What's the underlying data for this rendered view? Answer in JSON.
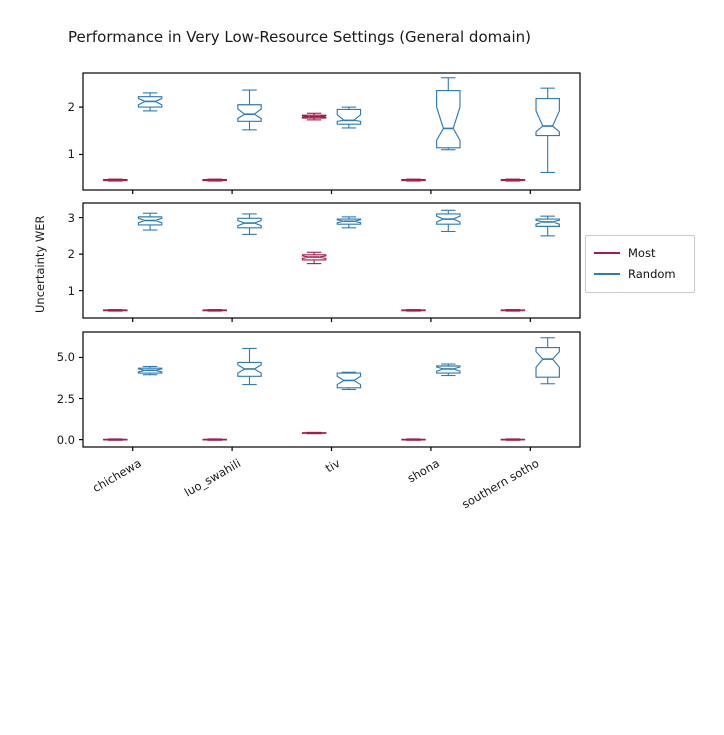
{
  "chart_data": {
    "type": "box",
    "title": "Performance in Very Low-Resource Settings (General domain)",
    "xlabel": "",
    "ylabel": "Uncertainty WER",
    "categories": [
      "chichewa",
      "luo_swahili",
      "tiv",
      "shona",
      "southern sotho"
    ],
    "legend": {
      "position": "right",
      "entries": [
        {
          "name": "Most",
          "color": "#A51C48"
        },
        {
          "name": "Random",
          "color": "#2B7BB9"
        }
      ]
    },
    "grid": false,
    "panels": [
      {
        "index": 0,
        "yticks": [
          1,
          2
        ],
        "ytick_labels": [
          "1",
          "2"
        ],
        "ylim": [
          0.25,
          2.72
        ],
        "series": [
          {
            "name": "Most",
            "color": "#A51C48",
            "boxes": [
              {
                "category": "chichewa",
                "whisker_low": 0.44,
                "q1": 0.45,
                "median": 0.46,
                "q3": 0.47,
                "whisker_high": 0.48,
                "notch_low": 0.455,
                "notch_high": 0.465
              },
              {
                "category": "luo_swahili",
                "whisker_low": 0.44,
                "q1": 0.45,
                "median": 0.46,
                "q3": 0.47,
                "whisker_high": 0.48,
                "notch_low": 0.455,
                "notch_high": 0.465
              },
              {
                "category": "tiv",
                "whisker_low": 1.73,
                "q1": 1.77,
                "median": 1.8,
                "q3": 1.83,
                "whisker_high": 1.87,
                "notch_low": 1.785,
                "notch_high": 1.815
              },
              {
                "category": "shona",
                "whisker_low": 0.44,
                "q1": 0.45,
                "median": 0.46,
                "q3": 0.47,
                "whisker_high": 0.48,
                "notch_low": 0.455,
                "notch_high": 0.465
              },
              {
                "category": "southern sotho",
                "whisker_low": 0.44,
                "q1": 0.45,
                "median": 0.46,
                "q3": 0.47,
                "whisker_high": 0.48,
                "notch_low": 0.455,
                "notch_high": 0.465
              }
            ]
          },
          {
            "name": "Random",
            "color": "#2B7BB9",
            "boxes": [
              {
                "category": "chichewa",
                "whisker_low": 1.92,
                "q1": 2.0,
                "median": 2.12,
                "q3": 2.22,
                "whisker_high": 2.3,
                "notch_low": 2.05,
                "notch_high": 2.18
              },
              {
                "category": "luo_swahili",
                "whisker_low": 1.52,
                "q1": 1.7,
                "median": 1.85,
                "q3": 2.05,
                "whisker_high": 2.36,
                "notch_low": 1.76,
                "notch_high": 1.96
              },
              {
                "category": "tiv",
                "whisker_low": 1.56,
                "q1": 1.64,
                "median": 1.72,
                "q3": 1.95,
                "whisker_high": 2.0,
                "notch_low": 1.7,
                "notch_high": 1.84
              },
              {
                "category": "shona",
                "whisker_low": 1.1,
                "q1": 1.14,
                "median": 1.55,
                "q3": 2.35,
                "whisker_high": 2.62,
                "notch_low": 1.3,
                "notch_high": 2.0
              },
              {
                "category": "southern sotho",
                "whisker_low": 0.62,
                "q1": 1.4,
                "median": 1.6,
                "q3": 2.18,
                "whisker_high": 2.4,
                "notch_low": 1.48,
                "notch_high": 1.92
              }
            ]
          }
        ]
      },
      {
        "index": 1,
        "yticks": [
          1,
          2,
          3
        ],
        "ytick_labels": [
          "1",
          "2",
          "3"
        ],
        "ylim": [
          0.25,
          3.4
        ],
        "series": [
          {
            "name": "Most",
            "color": "#A51C48",
            "boxes": [
              {
                "category": "chichewa",
                "whisker_low": 0.44,
                "q1": 0.45,
                "median": 0.46,
                "q3": 0.47,
                "whisker_high": 0.48,
                "notch_low": 0.455,
                "notch_high": 0.465
              },
              {
                "category": "luo_swahili",
                "whisker_low": 0.44,
                "q1": 0.45,
                "median": 0.46,
                "q3": 0.47,
                "whisker_high": 0.48,
                "notch_low": 0.455,
                "notch_high": 0.465
              },
              {
                "category": "tiv",
                "whisker_low": 1.74,
                "q1": 1.84,
                "median": 1.92,
                "q3": 1.98,
                "whisker_high": 2.05,
                "notch_low": 1.88,
                "notch_high": 1.95
              },
              {
                "category": "shona",
                "whisker_low": 0.44,
                "q1": 0.45,
                "median": 0.46,
                "q3": 0.47,
                "whisker_high": 0.48,
                "notch_low": 0.455,
                "notch_high": 0.465
              },
              {
                "category": "southern sotho",
                "whisker_low": 0.44,
                "q1": 0.45,
                "median": 0.46,
                "q3": 0.47,
                "whisker_high": 0.48,
                "notch_low": 0.455,
                "notch_high": 0.465
              }
            ]
          },
          {
            "name": "Random",
            "color": "#2B7BB9",
            "boxes": [
              {
                "category": "chichewa",
                "whisker_low": 2.66,
                "q1": 2.8,
                "median": 2.92,
                "q3": 3.02,
                "whisker_high": 3.12,
                "notch_low": 2.86,
                "notch_high": 2.98
              },
              {
                "category": "luo_swahili",
                "whisker_low": 2.54,
                "q1": 2.72,
                "median": 2.85,
                "q3": 2.98,
                "whisker_high": 3.1,
                "notch_low": 2.78,
                "notch_high": 2.92
              },
              {
                "category": "tiv",
                "whisker_low": 2.72,
                "q1": 2.82,
                "median": 2.9,
                "q3": 2.96,
                "whisker_high": 3.02,
                "notch_low": 2.86,
                "notch_high": 2.94
              },
              {
                "category": "shona",
                "whisker_low": 2.62,
                "q1": 2.82,
                "median": 2.96,
                "q3": 3.1,
                "whisker_high": 3.2,
                "notch_low": 2.88,
                "notch_high": 3.04
              },
              {
                "category": "southern sotho",
                "whisker_low": 2.5,
                "q1": 2.76,
                "median": 2.88,
                "q3": 2.96,
                "whisker_high": 3.04,
                "notch_low": 2.82,
                "notch_high": 2.93
              }
            ]
          }
        ]
      },
      {
        "index": 2,
        "yticks": [
          0.0,
          2.5,
          5.0
        ],
        "ytick_labels": [
          "0.0",
          "2.5",
          "5.0"
        ],
        "ylim": [
          -0.45,
          6.55
        ],
        "series": [
          {
            "name": "Most",
            "color": "#A51C48",
            "boxes": [
              {
                "category": "chichewa",
                "whisker_low": -0.04,
                "q1": -0.02,
                "median": 0.0,
                "q3": 0.02,
                "whisker_high": 0.04,
                "notch_low": -0.01,
                "notch_high": 0.01
              },
              {
                "category": "luo_swahili",
                "whisker_low": -0.04,
                "q1": -0.02,
                "median": 0.0,
                "q3": 0.02,
                "whisker_high": 0.04,
                "notch_low": -0.01,
                "notch_high": 0.01
              },
              {
                "category": "tiv",
                "whisker_low": 0.36,
                "q1": 0.38,
                "median": 0.4,
                "q3": 0.42,
                "whisker_high": 0.44,
                "notch_low": 0.39,
                "notch_high": 0.41
              },
              {
                "category": "shona",
                "whisker_low": -0.04,
                "q1": -0.02,
                "median": 0.0,
                "q3": 0.02,
                "whisker_high": 0.04,
                "notch_low": -0.01,
                "notch_high": 0.01
              },
              {
                "category": "southern sotho",
                "whisker_low": -0.04,
                "q1": -0.02,
                "median": 0.0,
                "q3": 0.02,
                "whisker_high": 0.04,
                "notch_low": -0.01,
                "notch_high": 0.01
              }
            ]
          },
          {
            "name": "Random",
            "color": "#2B7BB9",
            "boxes": [
              {
                "category": "chichewa",
                "whisker_low": 3.95,
                "q1": 4.05,
                "median": 4.22,
                "q3": 4.35,
                "whisker_high": 4.45,
                "notch_low": 4.12,
                "notch_high": 4.3
              },
              {
                "category": "luo_swahili",
                "whisker_low": 3.35,
                "q1": 3.85,
                "median": 4.3,
                "q3": 4.7,
                "whisker_high": 5.55,
                "notch_low": 4.05,
                "notch_high": 4.55
              },
              {
                "category": "tiv",
                "whisker_low": 3.05,
                "q1": 3.15,
                "median": 3.6,
                "q3": 4.05,
                "whisker_high": 4.1,
                "notch_low": 3.35,
                "notch_high": 3.85
              },
              {
                "category": "shona",
                "whisker_low": 3.9,
                "q1": 4.05,
                "median": 4.3,
                "q3": 4.48,
                "whisker_high": 4.6,
                "notch_low": 4.16,
                "notch_high": 4.42
              },
              {
                "category": "southern sotho",
                "whisker_low": 3.4,
                "q1": 3.8,
                "median": 4.9,
                "q3": 5.6,
                "whisker_high": 6.2,
                "notch_low": 4.4,
                "notch_high": 5.35
              }
            ]
          }
        ]
      }
    ]
  },
  "axes": {
    "xtick_labels": [
      "chichewa",
      "luo_swahili",
      "tiv",
      "shona",
      "southern sotho"
    ]
  }
}
